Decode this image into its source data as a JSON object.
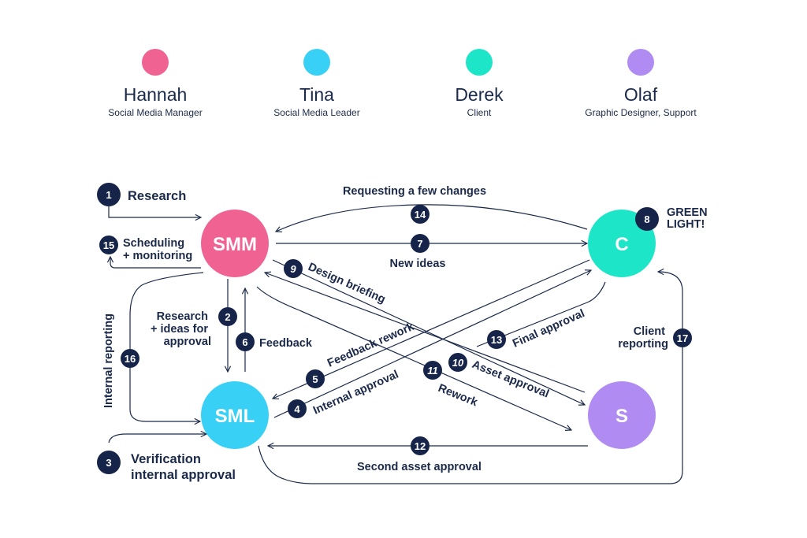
{
  "legend": [
    {
      "name": "Hannah",
      "role": "Social Media Manager",
      "color": "#f06292"
    },
    {
      "name": "Tina",
      "role": "Social Media Leader",
      "color": "#38d1f5"
    },
    {
      "name": "Derek",
      "role": "Client",
      "color": "#1de5c8"
    },
    {
      "name": "Olaf",
      "role": "Graphic Designer, Support",
      "color": "#b08cf2"
    }
  ],
  "nodes": {
    "smm": {
      "label": "SMM",
      "color": "#f06292"
    },
    "sml": {
      "label": "SML",
      "color": "#38d1f5"
    },
    "c": {
      "label": "C",
      "color": "#1de5c8"
    },
    "s": {
      "label": "S",
      "color": "#b08cf2"
    }
  },
  "steps": {
    "s1": {
      "num": "1",
      "label": "Research"
    },
    "s2": {
      "num": "2",
      "label_lines": [
        "Research",
        "+ ideas for",
        "approval"
      ]
    },
    "s3": {
      "num": "3",
      "label_lines": [
        "Verification",
        "internal approval"
      ]
    },
    "s4": {
      "num": "4",
      "label": "Internal approval"
    },
    "s5": {
      "num": "5",
      "label": "Feedback rework"
    },
    "s6": {
      "num": "6",
      "label": "Feedback"
    },
    "s7": {
      "num": "7",
      "label": "New ideas"
    },
    "s8": {
      "num": "8",
      "label_lines": [
        "GREEN",
        "LIGHT!"
      ]
    },
    "s9": {
      "num": "9",
      "label": "Design briefing"
    },
    "s10": {
      "num": "10",
      "label": "Asset approval"
    },
    "s11": {
      "num": "11",
      "label": "Rework"
    },
    "s12": {
      "num": "12",
      "label": "Second asset approval"
    },
    "s13": {
      "num": "13",
      "label": "Final approval"
    },
    "s14": {
      "num": "14",
      "label": "Requesting a few changes"
    },
    "s15": {
      "num": "15",
      "label_lines": [
        "Scheduling",
        "+ monitoring"
      ]
    },
    "s16": {
      "num": "16",
      "label": "Internal reporting"
    },
    "s17": {
      "num": "17",
      "label_lines": [
        "Client",
        "reporting"
      ]
    }
  },
  "colors": {
    "ink": "#1b2a4a",
    "badge": "#16244a"
  }
}
